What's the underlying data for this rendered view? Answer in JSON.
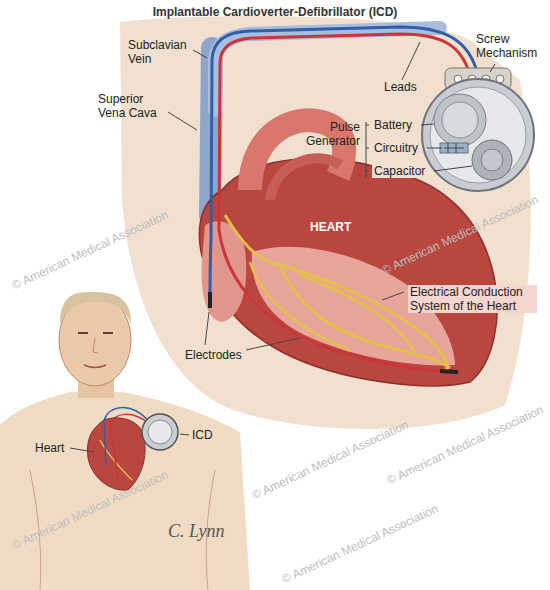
{
  "diagram": {
    "title": "Implantable Cardioverter-Defibrillator (ICD)",
    "labels": [
      "Subclavian Vein",
      "Superior Vena Cava",
      "Leads",
      "Screw Mechanism",
      "Pulse Generator",
      "Battery",
      "Circuitry",
      "Capacitor",
      "HEART",
      "Electrical Conduction System of the Heart",
      "Electrodes",
      "ICD",
      "Heart",
      "C. Lynn",
      "© American Medical Association",
      "© American Medical Association",
      "© American Medical Association",
      "© American Medical Association",
      "© American Medical Association",
      "© American Medical Association"
    ]
  }
}
